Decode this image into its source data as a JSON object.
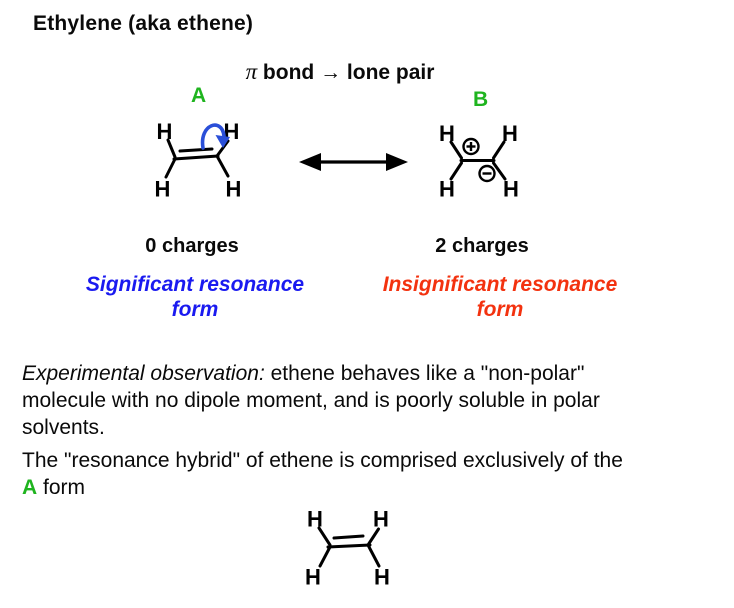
{
  "page": {
    "title": "Ethylene (aka ethene)"
  },
  "heading": {
    "pi_symbol": "π",
    "text": " bond → lone pair"
  },
  "atoms": {
    "hydrogen": "H"
  },
  "icons": {
    "plus_charge": "⊕",
    "minus_charge": "⊖",
    "resonance_arrow": "↔",
    "curved_arrow": "electron-pair-pushing-arrow"
  },
  "structures": {
    "a": {
      "label": "A",
      "charges": "0 charges",
      "caption_line1": "Significant resonance",
      "caption_line2": "form"
    },
    "b": {
      "label": "B",
      "charges": "2 charges",
      "caption_line1": "Insignificant resonance",
      "caption_line2": "form"
    }
  },
  "paragraph1": {
    "lead": "Experimental observation:",
    "line1_rest": " ethene behaves like a \"non-polar\"",
    "line2": "molecule with no dipole moment, and is poorly soluble in polar",
    "line3": "solvents."
  },
  "paragraph2": {
    "line1": "The \"resonance hybrid\" of ethene is comprised exclusively of the",
    "highlight": "A",
    "line2_rest": " form"
  },
  "colors": {
    "green_label": "#1fb41f",
    "blue_caption": "#1a1af0",
    "red_caption": "#f3320f",
    "curved_arrow_blue": "#2a4fd8",
    "ink": "#000000",
    "background": "#ffffff"
  }
}
